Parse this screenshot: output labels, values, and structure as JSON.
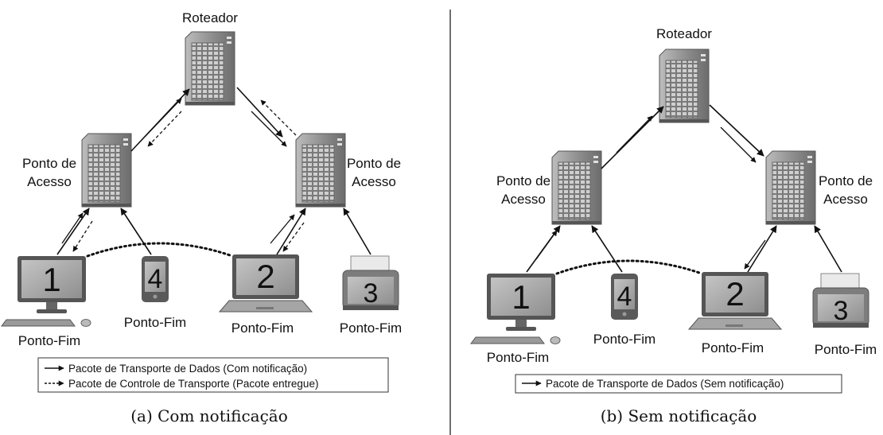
{
  "panel_a": {
    "router_label": "Roteador",
    "ap_left_label": [
      "Ponto de",
      "Acesso"
    ],
    "ap_right_label": [
      "Ponto de",
      "Acesso"
    ],
    "endpoint_label": "Ponto-Fim",
    "node_numbers": [
      "1",
      "4",
      "2",
      "3"
    ],
    "legend": [
      "Pacote de Transporte de Dados (Com notificação)",
      "Pacote de Controle de Transporte (Pacote entregue)"
    ],
    "caption": "(a) Com notificação"
  },
  "panel_b": {
    "router_label": "Roteador",
    "ap_left_label": [
      "Ponto de",
      "Acesso"
    ],
    "ap_right_label": [
      "Ponto de",
      "Acesso"
    ],
    "endpoint_label": "Ponto-Fim",
    "node_numbers": [
      "1",
      "4",
      "2",
      "3"
    ],
    "legend": [
      "Pacote de Transporte de Dados (Sem notificação)"
    ],
    "caption": "(b) Sem notificação"
  },
  "colors": {
    "server_body": "#9a9a9a",
    "server_dark": "#5e5e5e",
    "screen": "#a8a8a8",
    "line": "#111111"
  }
}
